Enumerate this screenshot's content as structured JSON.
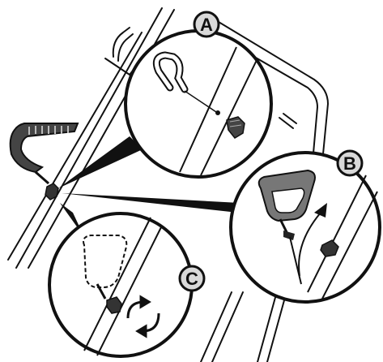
{
  "figure": {
    "callouts": [
      {
        "id": "A",
        "label": "A"
      },
      {
        "id": "B",
        "label": "B"
      },
      {
        "id": "C",
        "label": "C"
      }
    ]
  },
  "colors": {
    "line": "#111111",
    "fill": "#ffffff",
    "grip_dark": "#444444",
    "grip_mid": "#8a8a8a",
    "badge_fill": "#d9d9d9"
  },
  "icons": {
    "rotate_arrows": "rotate-arrows-icon",
    "adjust_arrow": "curved-arrow-icon"
  }
}
